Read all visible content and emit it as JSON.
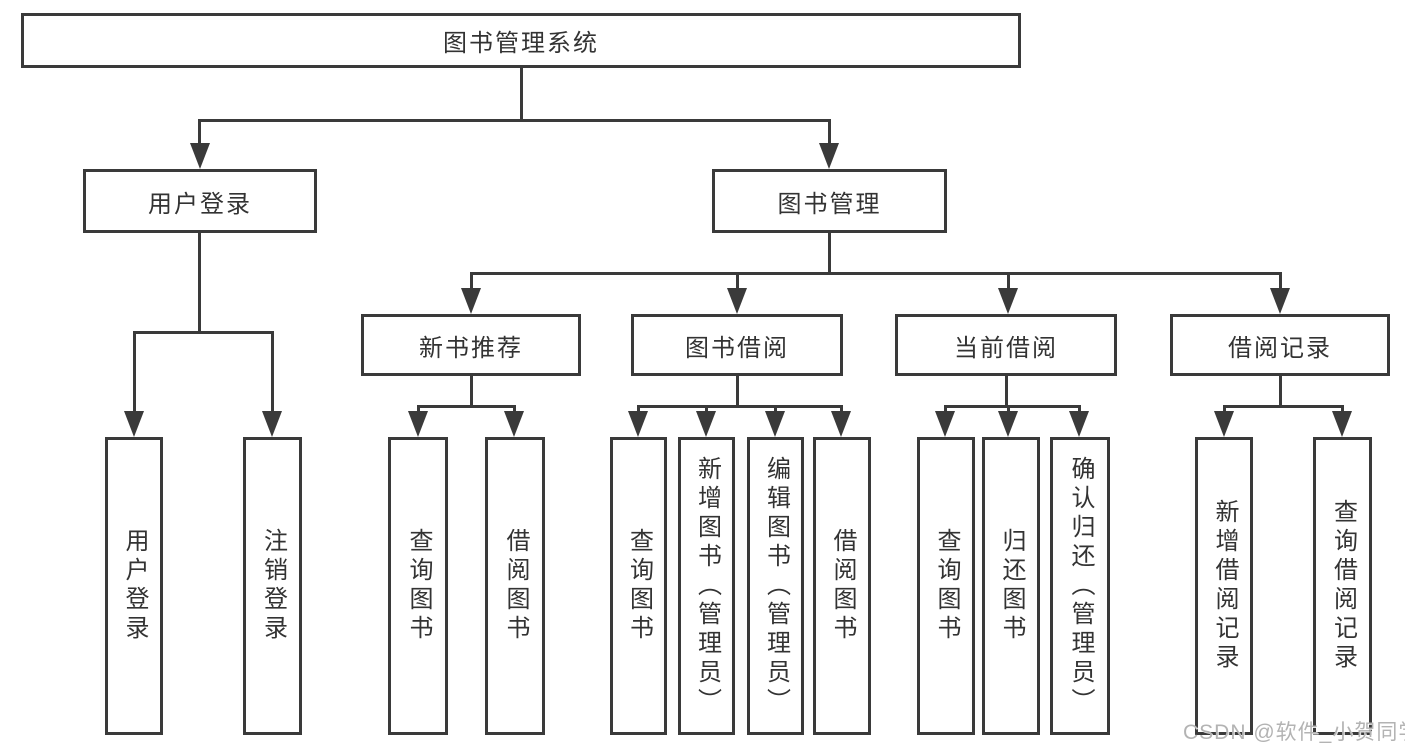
{
  "tree": {
    "label": "图书管理系统",
    "children": [
      {
        "label": "用户登录",
        "children": [
          {
            "label": "用户登录"
          },
          {
            "label": "注销登录"
          }
        ]
      },
      {
        "label": "图书管理",
        "children": [
          {
            "label": "新书推荐",
            "children": [
              {
                "label": "查询图书"
              },
              {
                "label": "借阅图书"
              }
            ]
          },
          {
            "label": "图书借阅",
            "children": [
              {
                "label": "查询图书"
              },
              {
                "label": "新增图书（管理员）"
              },
              {
                "label": "编辑图书（管理员）"
              },
              {
                "label": "借阅图书"
              }
            ]
          },
          {
            "label": "当前借阅",
            "children": [
              {
                "label": "查询图书"
              },
              {
                "label": "归还图书"
              },
              {
                "label": "确认归还（管理员）"
              }
            ]
          },
          {
            "label": "借阅记录",
            "children": [
              {
                "label": "新增借阅记录"
              },
              {
                "label": "查询借阅记录"
              }
            ]
          }
        ]
      }
    ]
  },
  "watermark": {
    "text": "CSDN @软件_小贺同学"
  },
  "colors": {
    "line": "#3a3a3a",
    "border": "#3a3a3a",
    "text": "#333333",
    "watermark": "#b3b3b3",
    "background": "#ffffff"
  }
}
